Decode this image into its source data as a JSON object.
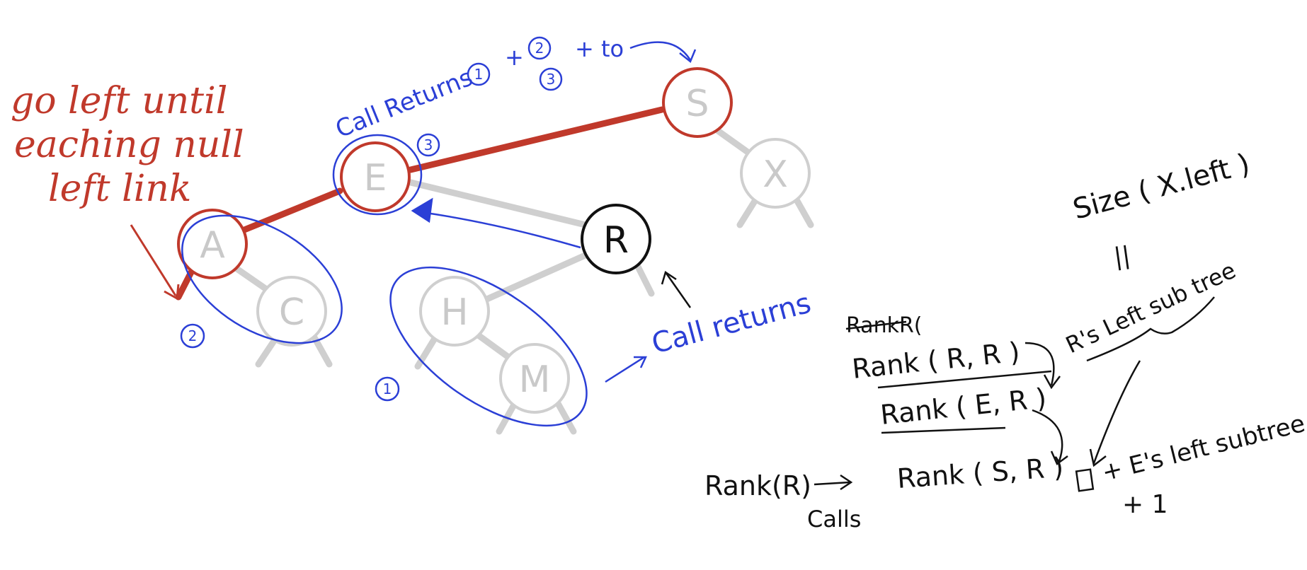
{
  "colors": {
    "tree_edge": "#cfcfcf",
    "node_fill": "#ffffff",
    "node_stroke": "#cfcfcf",
    "path_red": "#c0392b",
    "annotation_blue": "#2b3fd6",
    "ink_black": "#111111"
  },
  "title_lines": [
    "go left until",
    "eaching null",
    "left link"
  ],
  "nodes": {
    "S": "S",
    "X": "X",
    "E": "E",
    "R": "R",
    "A": "A",
    "C": "C",
    "H": "H",
    "M": "M"
  },
  "annotations": {
    "call_returns_top": "Call Returns",
    "plus_to": "+ to",
    "plus": "+",
    "circle_1": "1",
    "circle_2": "2",
    "circle_3": "3",
    "call_returns_right": "Call returns"
  },
  "notes": {
    "size_expr": "Size ( X.left )",
    "equals": "||",
    "r_left_subtree": "R's Left sub tree",
    "struck_rank": "RankR(",
    "rank_rr": "Rank ( R, R )",
    "rank_er": "Rank ( E, R )",
    "rank_sr": "Rank ( S, R )",
    "rank_r": "Rank(R)",
    "arrow": "→",
    "calls": "Calls",
    "box_sum": "+ E's left subtree",
    "plus_one": "+ 1"
  }
}
